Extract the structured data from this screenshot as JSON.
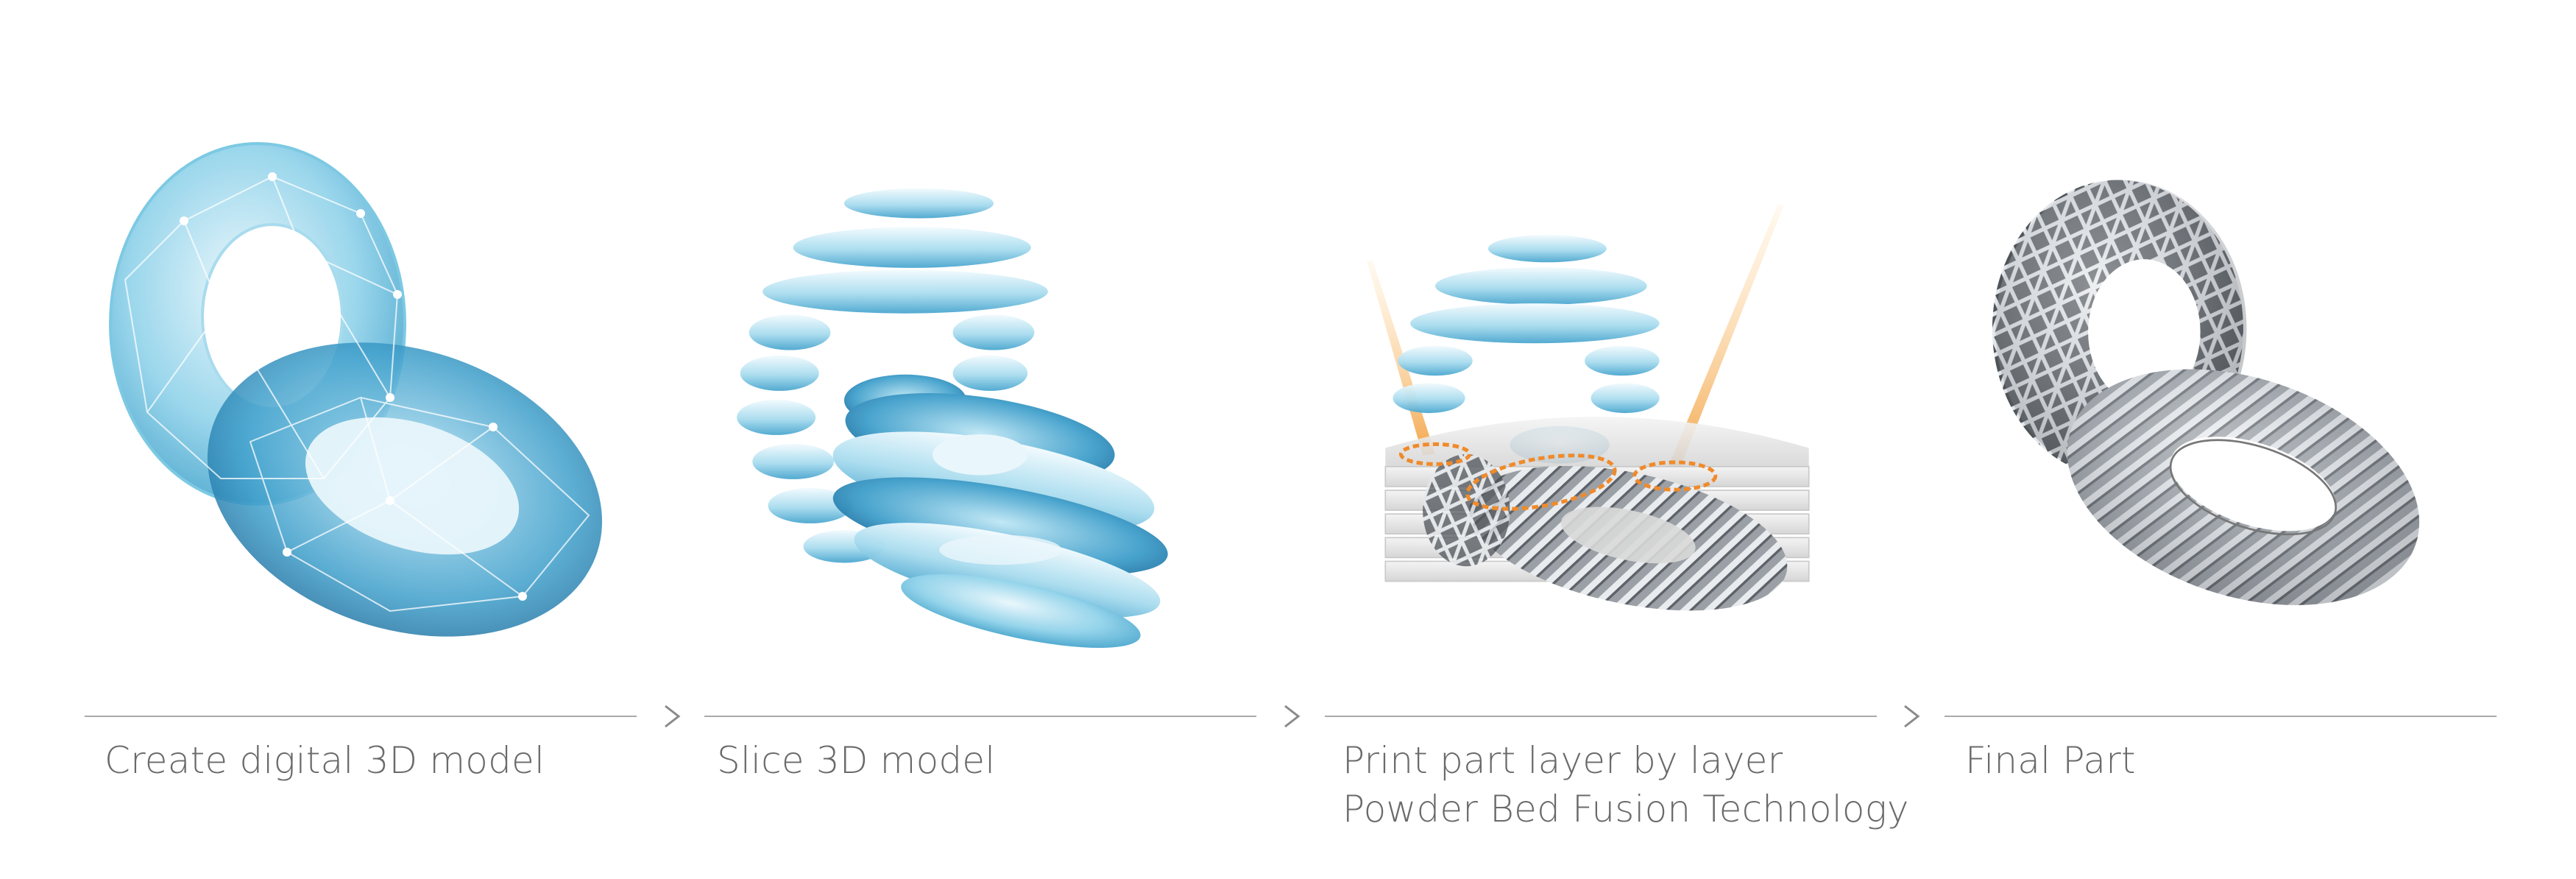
{
  "steps": [
    {
      "label": "Create digital 3D model"
    },
    {
      "label": "Slice 3D model"
    },
    {
      "label_line1": "Print part layer by layer",
      "label_line2": "Powder Bed Fusion Technology"
    },
    {
      "label": "Final Part"
    }
  ],
  "icons": [
    "wireframe-torus-icon",
    "sliced-torus-icon",
    "laser-printing-icon",
    "metal-lattice-torus-icon",
    "chevron-right-icon"
  ],
  "colors": {
    "glass_blue": "#6fc4e0",
    "deep_blue": "#2f8fbf",
    "laser_orange": "#f2a040",
    "metal_grey": "#8a8f95",
    "line_grey": "#a9a9a9",
    "text_grey": "#6a6a6a"
  }
}
